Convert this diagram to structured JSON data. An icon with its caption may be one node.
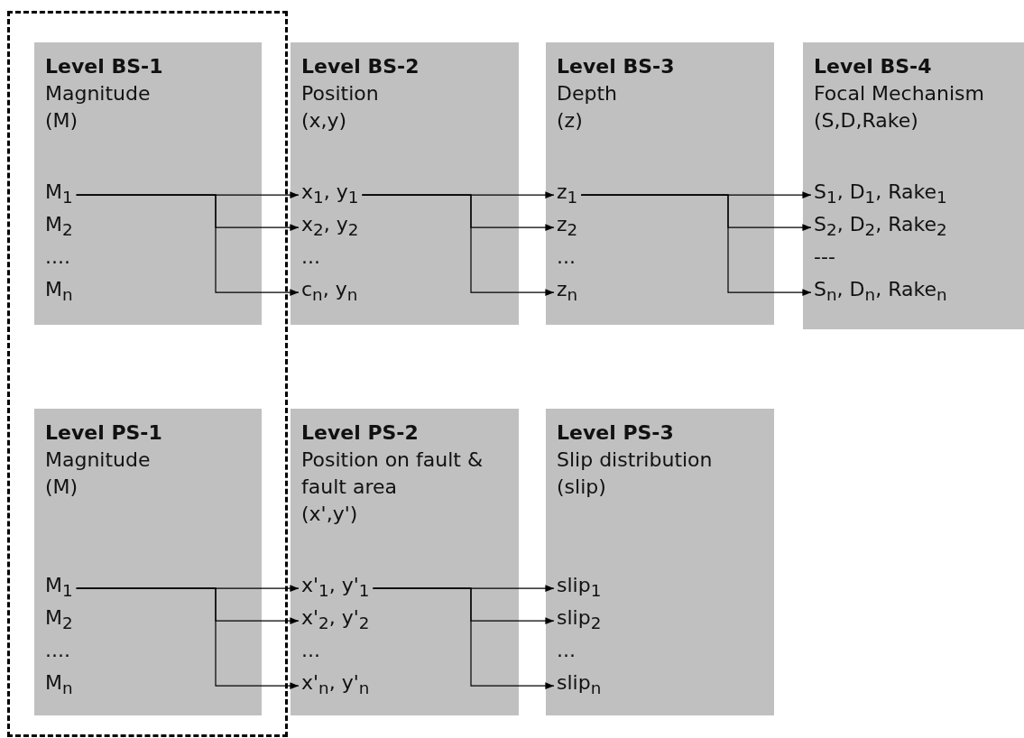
{
  "diagram": {
    "nodes": [
      {
        "text": [],
        "shape": "box"
      },
      {
        "text": [
          "Level BS-1",
          "Magnitude",
          "(M)"
        ],
        "in": 0
      },
      {
        "text": [
          "M$_{1}$"
        ],
        "in": 1
      },
      {
        "text": [
          "Level BS-2",
          "Position",
          "(x,y)"
        ]
      },
      {
        "text": [
          "x$_{1}$, y$_{1}$"
        ],
        "in": 3
      },
      {
        "text": [
          "x$_{2}$, y$_{2}$"
        ],
        "in": 3
      },
      {
        "text": [
          "c$_{n}$, y$_{n}$"
        ],
        "in": 3
      },
      {
        "text": [
          "Level BS-3",
          "Depth",
          "(z)"
        ]
      },
      {
        "text": [
          "z$_{1}$"
        ],
        "in": 7
      },
      {
        "text": [
          "z$_{2}$"
        ],
        "in": 7
      },
      {
        "text": [
          "z$_{n}$"
        ],
        "in": 7
      },
      {
        "text": [
          "Level BS-4",
          "Focal Mechanism",
          "(S,D,Rake)"
        ]
      },
      {
        "text": [
          "S$_{1}$, D$_{1}$, Rake$_{1}$"
        ],
        "in": 11
      },
      {
        "text": [
          "S$_{2}$, D$_{2}$, Rake$_{2}$"
        ],
        "in": 11
      },
      {
        "text": [
          "S$_{n}$, D$_{n}$, Rake$_{n}$"
        ],
        "in": 11
      },
      {
        "text": [
          "Level PS-1",
          "Magnitude",
          "(M)"
        ],
        "in": 0
      },
      {
        "text": [
          "M$_{1}$"
        ],
        "in": 15
      },
      {
        "text": [
          "Level PS-2",
          "Position on fault & fault area",
          "(x',y')"
        ]
      },
      {
        "text": [
          "x'$_{1}$, y'$_{1}$"
        ],
        "in": 17
      },
      {
        "text": [
          "x'$_{2}$, y'$_{2}$"
        ],
        "in": 17
      },
      {
        "text": [
          "x'$_{n}$, y'$_{n}$"
        ],
        "in": 17
      },
      {
        "text": [
          "Level PS-3",
          "Slip distribution",
          "(slip)"
        ]
      },
      {
        "text": [
          "slip$_{1}$"
        ],
        "in": 21
      },
      {
        "text": [
          "slip$_{2}$"
        ],
        "in": 21
      },
      {
        "text": [
          "slip$_{n}$"
        ],
        "in": 21
      }
    ],
    "edges": [
      {
        "from": 2,
        "to": 4,
        "arrow": "to"
      },
      {
        "from": 2,
        "to": 5,
        "arrow": "to"
      },
      {
        "from": 2,
        "to": 6,
        "arrow": "to"
      },
      {
        "from": 4,
        "to": 8,
        "arrow": "to"
      },
      {
        "from": 4,
        "to": 9,
        "arrow": "to"
      },
      {
        "from": 4,
        "to": 10,
        "arrow": "to"
      },
      {
        "from": 8,
        "to": 12,
        "arrow": "to"
      },
      {
        "from": 8,
        "to": 13,
        "arrow": "to"
      },
      {
        "from": 8,
        "to": 14,
        "arrow": "to"
      },
      {
        "from": 16,
        "to": 18,
        "arrow": "to"
      },
      {
        "from": 16,
        "to": 19,
        "arrow": "to"
      },
      {
        "from": 16,
        "to": 20,
        "arrow": "to"
      },
      {
        "from": 18,
        "to": 22,
        "arrow": "to"
      },
      {
        "from": 18,
        "to": 23,
        "arrow": "to"
      },
      {
        "from": 18,
        "to": 24,
        "arrow": "to"
      }
    ],
    "labels": [
      "M$_{2}$",
      "....",
      "M$_{n}$",
      "...",
      "...",
      "---",
      "M$_{2}$",
      "....",
      "M$_{n}$",
      "...",
      "..."
    ]
  }
}
